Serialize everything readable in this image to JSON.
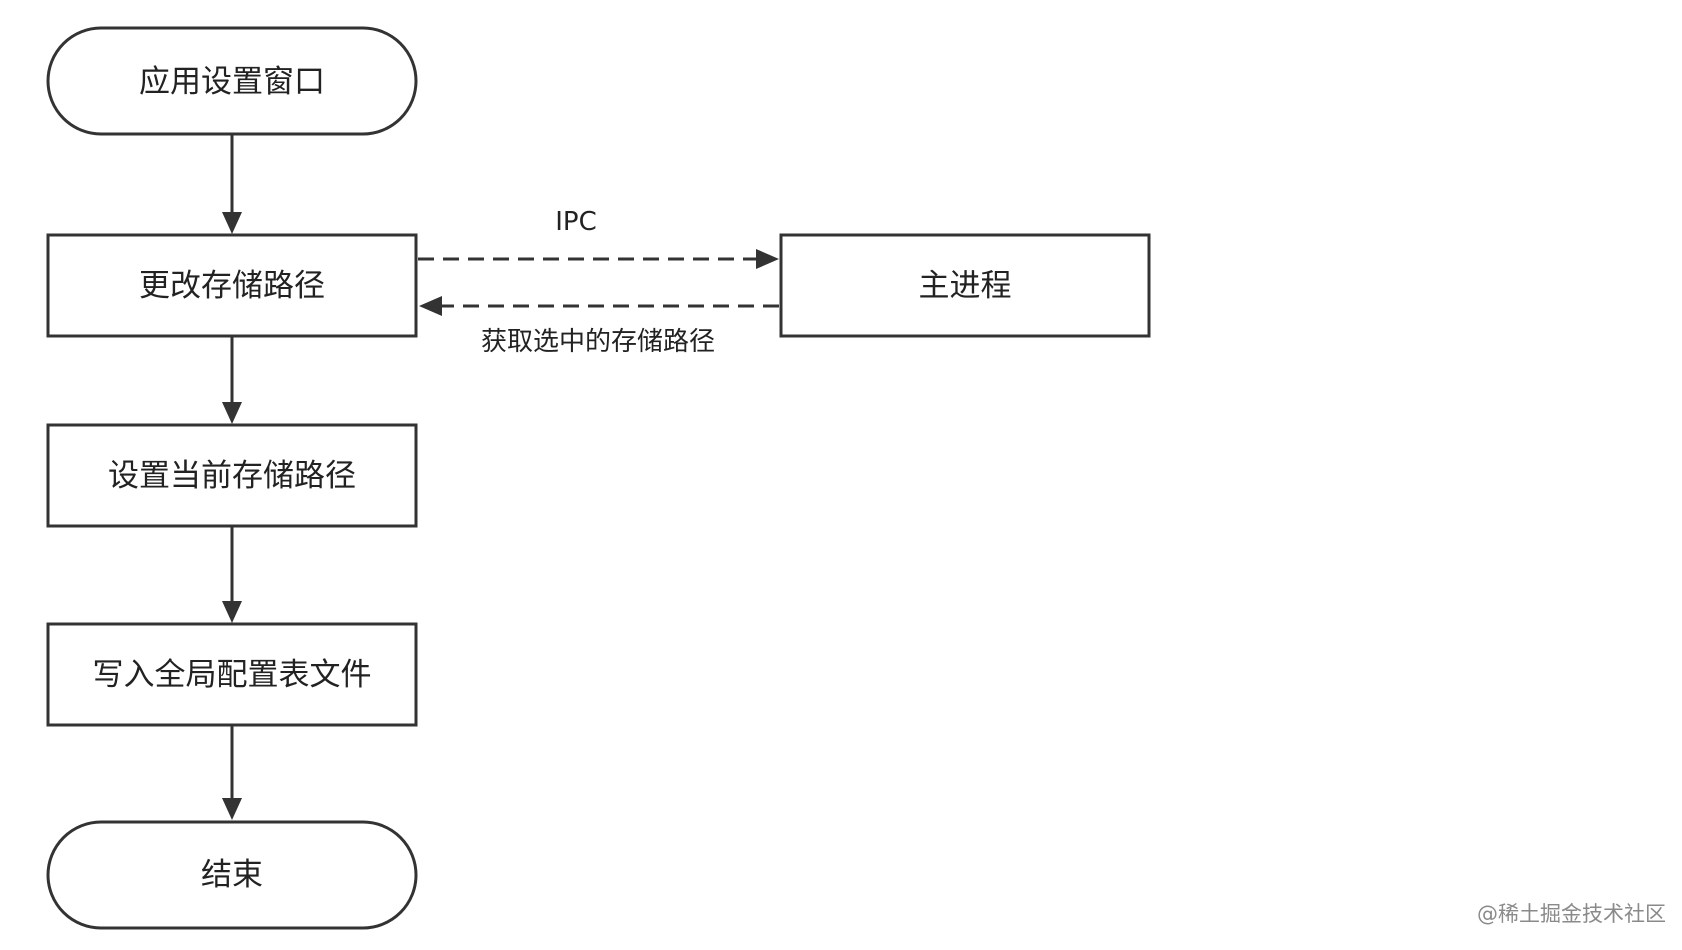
{
  "nodes": {
    "app_settings_window": "应用设置窗口",
    "change_storage_path": "更改存储路径",
    "main_process": "主进程",
    "set_current_storage_path": "设置当前存储路径",
    "write_global_config_file": "写入全局配置表文件",
    "end": "结束"
  },
  "edges": {
    "ipc_label": "IPC",
    "get_selected_path_label": "获取选中的存储路径"
  },
  "colors": {
    "stroke": "#333333",
    "text": "#222222",
    "watermark": "#8a8a8a"
  },
  "watermark": "@稀土掘金技术社区"
}
